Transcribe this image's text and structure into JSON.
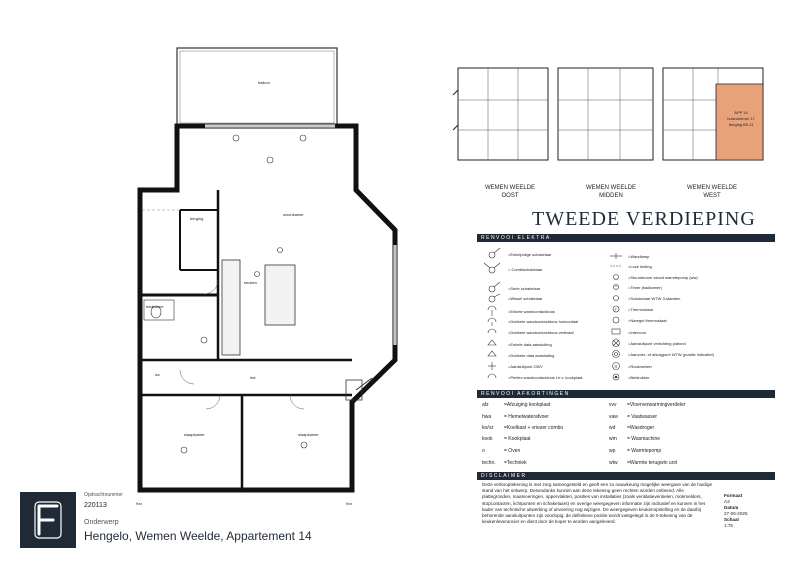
{
  "plan": {
    "room_labels": {
      "balkon": "balkon",
      "woonkamer": "woonkamer",
      "keuken": "keuken",
      "badkamer": "badkamer",
      "berging": "berging",
      "hal": "hal",
      "slaapkamer_1": "slaapkamer",
      "slaapkamer_2": "slaapkamer",
      "wc": "wc"
    },
    "dim_left": "9xx",
    "dim_right": "9xx"
  },
  "key_plan": {
    "labels": [
      {
        "line1": "WEMEN WEELDE",
        "line2": "OOST"
      },
      {
        "line1": "WEMEN WEELDE",
        "line2": "MIDDEN"
      },
      {
        "line1": "WEMEN WEELDE",
        "line2": "WEST"
      }
    ],
    "highlight_lines": [
      "APP 14",
      "huisnummer 17",
      "berging B0.11"
    ],
    "highlight_color": "#e8a27a"
  },
  "title": "TWEEDE VERDIEPING",
  "legend_elektra": {
    "heading": "RENVOOI ELEKTRA",
    "left": [
      "=Enkelpolige schakelaar",
      "= Combischakelaar",
      "=Serie schakelaar",
      "=Wissel schakelaar",
      "=Enkele wandcontactdoos",
      "=Dubbele wandcontactdoos horizontaal",
      "=Dubbele wandcontactdoos verticaal",
      "=Enkele data aansluiting",
      "=Dubbele data aansluiting",
      "=Aansluitpunt 230V",
      "=Perilex wandcontactdoos t.b.v. kookplaat"
    ],
    "right": [
      "=Wandlamp",
      "=Loze leiding",
      "=Stuurstroom vanuit warmtepomp (ww)",
      "=Timer (badkamer)",
      "=Schakelaar WTW 3-standen",
      "=Thermostaat",
      "=Naregel thermostaat",
      "=Intercom",
      "=Aansluitpunt verlichting plafond",
      "=Aanvoer- of afzuigpunt WTW (positie indicatief)",
      "=Rookmelder",
      "=Beldrukker"
    ]
  },
  "legend_afkortingen": {
    "heading": "RENVOOI AFKORTINGEN",
    "left": [
      {
        "code": "afz",
        "text": "=Afzuiging kookplaat"
      },
      {
        "code": "hwa",
        "text": "= Hemelwaterafvoer"
      },
      {
        "code": "ko/vz",
        "text": "=Koelkast + vriezer combo"
      },
      {
        "code": "kook",
        "text": "= Kookplaat"
      },
      {
        "code": "o",
        "text": "= Oven"
      },
      {
        "code": "techn.",
        "text": "=Techniek"
      }
    ],
    "right": [
      {
        "code": "vvv",
        "text": "=Vloerverwarmingverdeler"
      },
      {
        "code": "vaw",
        "text": "= Vaatwasser"
      },
      {
        "code": "wd",
        "text": "=Wasdroger"
      },
      {
        "code": "wm",
        "text": "= Wasmachine"
      },
      {
        "code": "wp",
        "text": "= Warmtepomp"
      },
      {
        "code": "wtw",
        "text": "=Warmte terugwin unit"
      }
    ]
  },
  "disclaimer": {
    "heading": "DISCLAIMER",
    "text": "Deze verkooptekening is met zorg samengesteld en geeft een zo nauwkeurig mogelijke weergave van de huidige stand van het ontwerp. Desondanks kunnen aan deze tekening geen rechten worden ontleend. Alle plattegronden, maatvoeringen, oppervlakten, posities van installaties (zoals ventilatieventielen, rookmelders, stopcontacten, lichtpunten en schakelaars) en overige weergegeven informatie zijn indicatief en kunnen in het kader van technische uitwerking of uitvoering nog wijzigen. De weergegeven keukenopstelling en de daarbij behorende aansluitpunten zijn voorlopig; de definitieve positie wordt vastgelegd in de 0-tekening van de keukenleverancier en dient door de koper te worden aangeleverd."
  },
  "info": {
    "order_label": "Opdrachtnummer",
    "order_value": "220113",
    "subject_label": "Onderwerp",
    "subject_value": "Hengelo, Wemen Weelde, Appartement 14",
    "format_label": "Formaat",
    "format_value": "A3",
    "date_label": "Datum",
    "date_value": "27-06-2025",
    "scale_label": "Schaal",
    "scale_value": "1:75"
  },
  "brand_color": "#1f2a36"
}
